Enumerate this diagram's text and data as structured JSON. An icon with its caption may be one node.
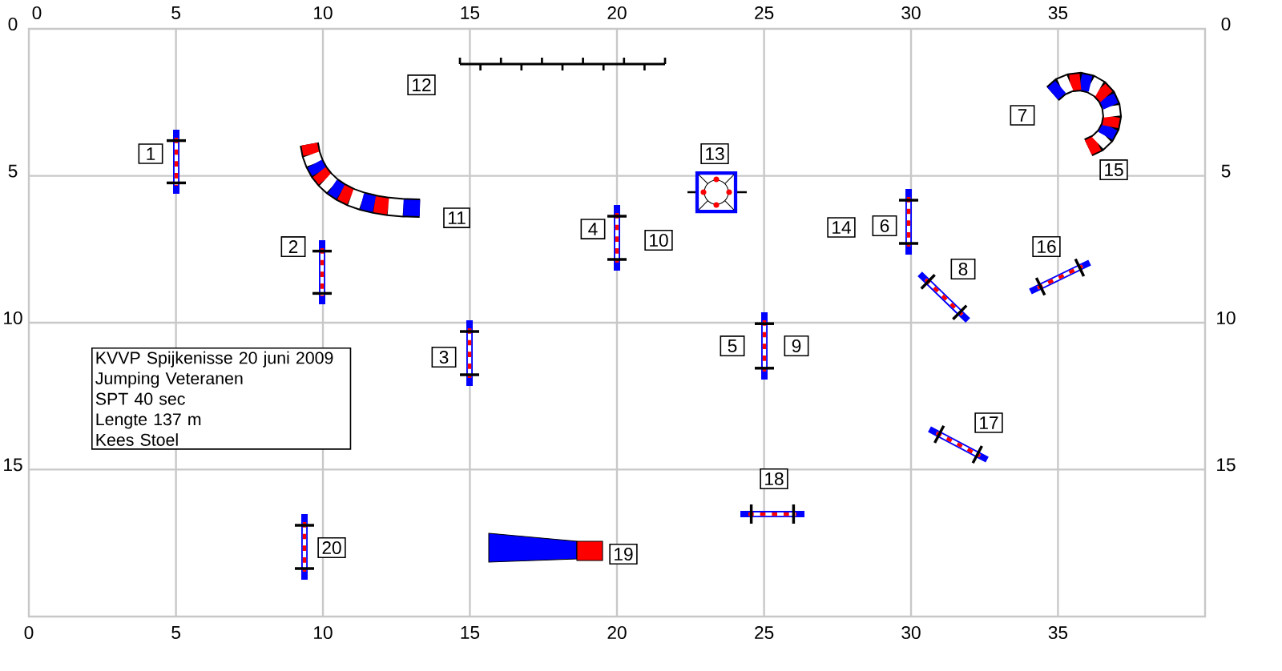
{
  "diagram": {
    "nodes": [
      {
        "text": [
          "KVVP Spijkenisse 20 juni 2009",
          "Jumping Veteranen",
          "SPT 40 sec",
          "Lengte 137 m",
          "Kees Stoel"
        ]
      }
    ],
    "edges": [],
    "labels": [
      "0",
      "5",
      "10",
      "15",
      "20",
      "25",
      "30",
      "35",
      "0",
      "5",
      "10",
      "15",
      "0",
      "5",
      "10",
      "15",
      "0",
      "5",
      "10",
      "15",
      "20",
      "25",
      "30",
      "35",
      "1",
      "2",
      "3",
      "4",
      "5",
      "6",
      "7",
      "8",
      "9",
      "10",
      "11",
      "12",
      "13",
      "14",
      "15",
      "16",
      "17",
      "18",
      "19",
      "20"
    ]
  }
}
